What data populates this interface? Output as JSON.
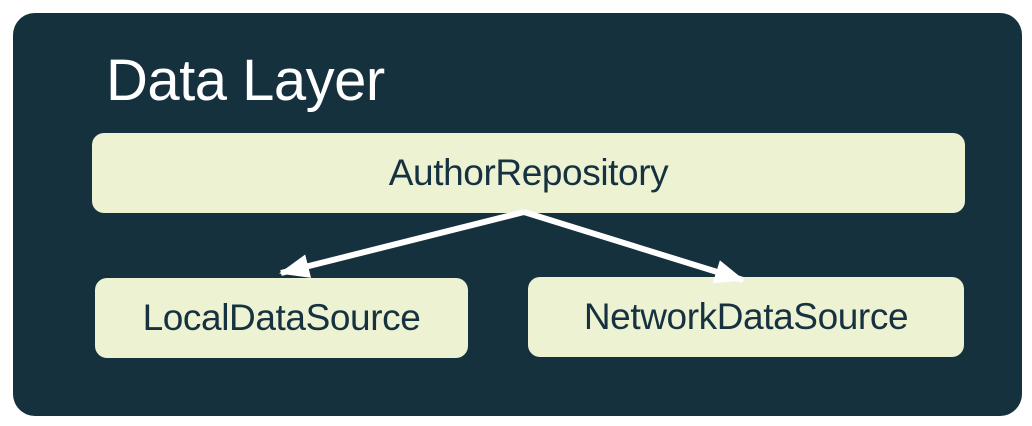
{
  "title": "Data Layer",
  "nodes": {
    "repository": {
      "label": "AuthorRepository"
    },
    "local": {
      "label": "LocalDataSource"
    },
    "network": {
      "label": "NetworkDataSource"
    }
  },
  "edges": [
    {
      "from": "AuthorRepository",
      "to": "LocalDataSource"
    },
    {
      "from": "AuthorRepository",
      "to": "NetworkDataSource"
    }
  ],
  "colors": {
    "page_bg": "#FFFFFF",
    "card_bg": "#16313E",
    "node_bg": "#ECF2D2",
    "node_text": "#16313F",
    "title_text": "#FFFFFF",
    "arrow": "#FFFFFF"
  }
}
